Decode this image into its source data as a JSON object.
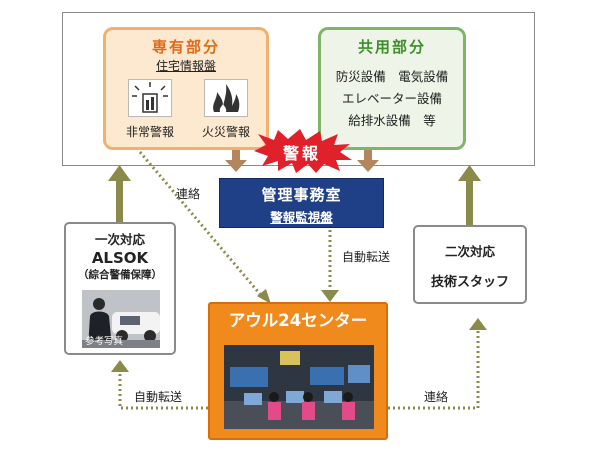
{
  "exclusive": {
    "title": "専有部分",
    "subtitle": "住宅情報盤",
    "icon_emergency_label": "非常警報",
    "icon_fire_label": "火災警報"
  },
  "common": {
    "title": "共用部分",
    "lines": [
      "防災設備　電気設備",
      "エレベーター設備",
      "給排水設備　等"
    ]
  },
  "alarm": {
    "label": "警報"
  },
  "management": {
    "title": "管理事務室",
    "subtitle": "警報監視盤"
  },
  "primary": {
    "line1": "一次対応",
    "line2": "ALSOK",
    "line3": "（綜合警備保障）",
    "photo_caption": "参考写真"
  },
  "secondary": {
    "line1": "二次対応",
    "line2": "技術スタッフ"
  },
  "center": {
    "title": "アウル24センター"
  },
  "edges": {
    "contact_top": "連絡",
    "auto_transfer_mid": "自動転送",
    "auto_transfer_bottom": "自動転送",
    "contact_bottom": "連絡"
  },
  "colors": {
    "orange": "#f08a1c",
    "navy": "#1f3f86",
    "green": "#7fb46b",
    "red": "#e0202a",
    "arrow_olive": "#8a8a4a"
  }
}
